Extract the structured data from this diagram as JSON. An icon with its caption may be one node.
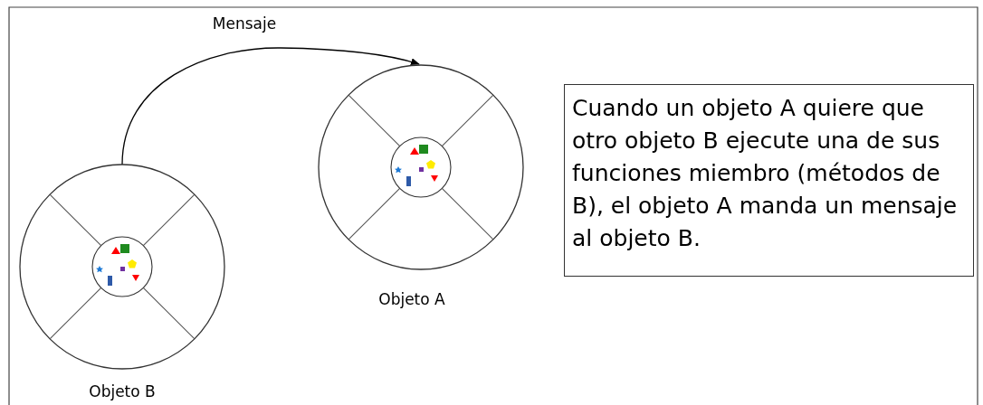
{
  "diagram": {
    "nodes": [
      {
        "text": [
          "Objeto B"
        ]
      },
      {
        "text": [
          "Objeto A"
        ]
      },
      {
        "text": [
          "Cuando un objeto A quiere que otro objeto B ejecute una de sus funciones miembro (métodos de B), el objeto A manda un mensaje al objeto B."
        ]
      }
    ],
    "edges": [
      {
        "from": 0,
        "to": 1,
        "arrow": "to",
        "label": "Mensaje"
      }
    ]
  }
}
